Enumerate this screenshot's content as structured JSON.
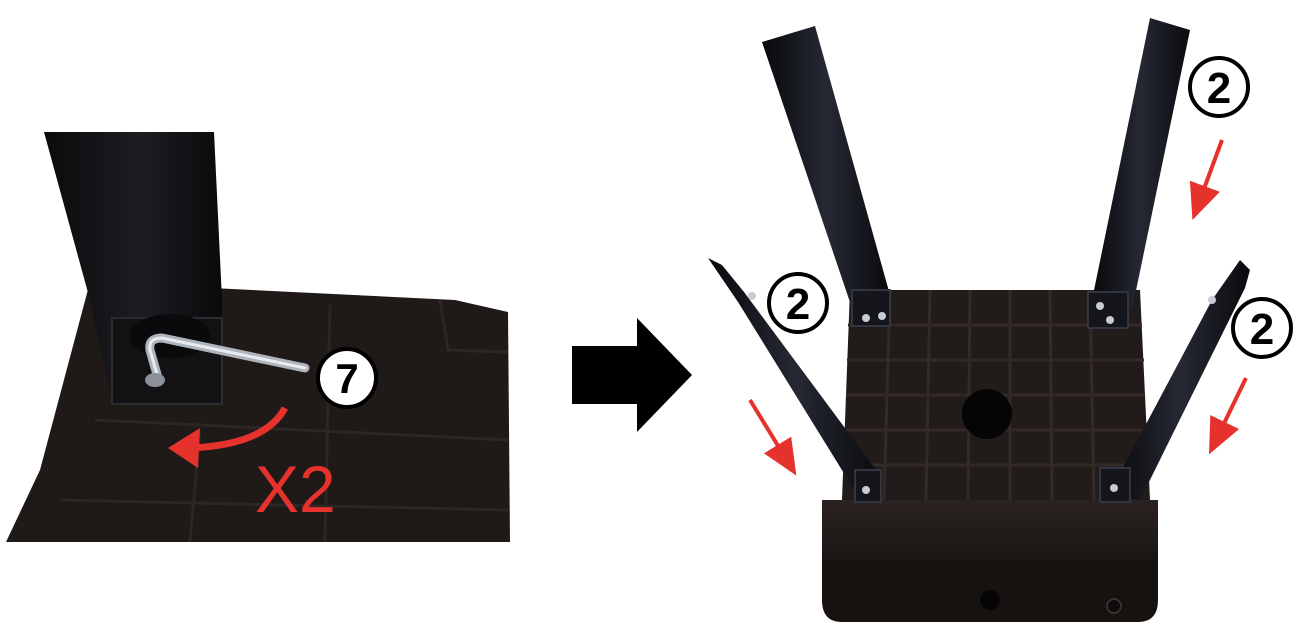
{
  "left_panel": {
    "part_number": "7",
    "repeat_label": "X2"
  },
  "right_panel": {
    "leg_label_top_right": "2",
    "leg_label_left": "2",
    "leg_label_right": "2"
  },
  "colors": {
    "arrow_red": "#e5322d",
    "base_dark": "#221c1b",
    "leg_black": "#14161c",
    "next_arrow": "#000000"
  }
}
